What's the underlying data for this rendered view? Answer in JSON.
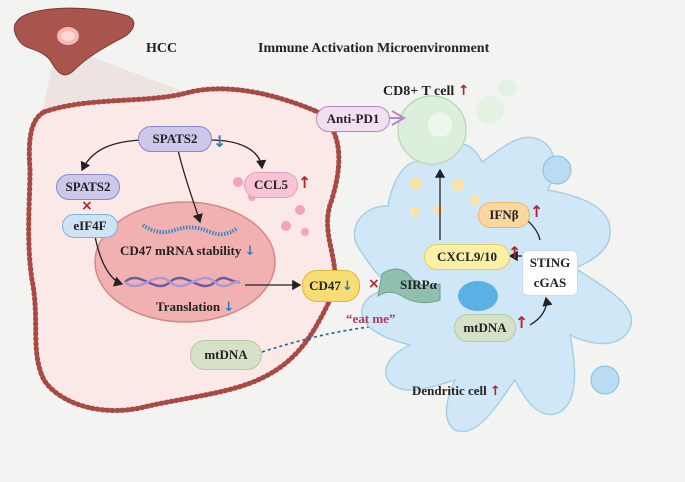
{
  "header": {
    "organ_label": "HCC",
    "title": "Immune Activation Microenvironment"
  },
  "tumor": {
    "spats2_top": "SPATS2",
    "spats2_left": "SPATS2",
    "eif4f": "eIF4F",
    "ccl5": "CCL5",
    "cd47_mrna": "CD47 mRNA stability",
    "translation": "Translation",
    "mtdna": "mtDNA",
    "cd47": "CD47"
  },
  "interface": {
    "sirpa": "SIRPα",
    "eat_me": "“eat me”"
  },
  "immune": {
    "anti_pd1": "Anti-PD1",
    "cd8_t_cell": "CD8+ T cell",
    "ifnb": "IFNβ",
    "cxcl": "CXCL9/10",
    "sting": "STING",
    "cgas": "cGAS",
    "mtdna_dc": "mtDNA",
    "dendritic_cell": "Dendritic cell"
  },
  "symbols": {
    "up_arrow": "↑",
    "down_arrow": "↓",
    "block_mark": "×"
  },
  "colors": {
    "up": "#b3262d",
    "down": "#2e78c2",
    "nucleus": "#f1b1b0",
    "tumor_border": "#a84a43",
    "dendritic": "#cfe7f6",
    "tcell": "#dcefdc",
    "liver": "#a9554d",
    "spats2": "#cbc8ea",
    "eif4f": "#cfe3f5",
    "ccl5": "#f7c4d6",
    "cd47": "#f8dd74",
    "sirpa": "#8fbfae",
    "mtdna": "#d6e2c8"
  }
}
